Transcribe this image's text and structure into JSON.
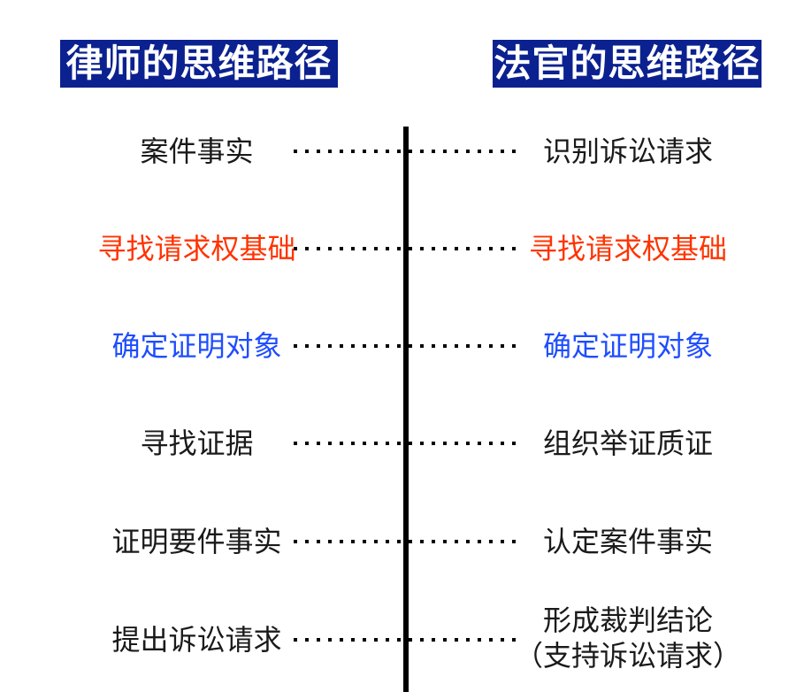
{
  "diagram": {
    "left_header": "律师的思维路径",
    "right_header": "法官的思维路径",
    "rows": [
      {
        "left": "案件事实",
        "right": "识别诉讼请求",
        "color": "black"
      },
      {
        "left": "寻找请求权基础",
        "right": "寻找请求权基础",
        "color": "red"
      },
      {
        "left": "确定证明对象",
        "right": "确定证明对象",
        "color": "blue"
      },
      {
        "left": "寻找证据",
        "right": "组织举证质证",
        "color": "black"
      },
      {
        "left": "证明要件事实",
        "right": "认定案件事实",
        "color": "black"
      },
      {
        "left": "提出诉讼请求",
        "right": "形成裁判结论",
        "right_line2": "（支持诉讼请求）",
        "color": "black"
      }
    ]
  },
  "colors": {
    "header_bg": "#0b2190",
    "header_text": "#ffffff",
    "emphasis_red": "#ff3300",
    "emphasis_blue": "#1e4dff",
    "text_black": "#1a1a1a",
    "divider_black": "#000000",
    "background": "#ffffff"
  }
}
